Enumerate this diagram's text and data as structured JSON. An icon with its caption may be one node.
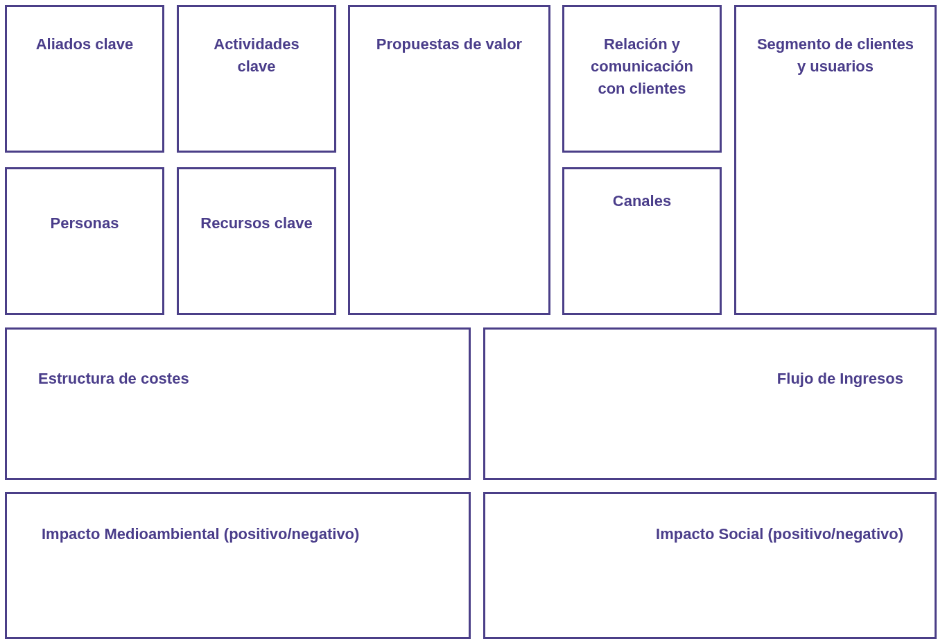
{
  "diagram": {
    "nodes": [
      {
        "text": [
          "Aliados clave"
        ]
      },
      {
        "text": [
          "Actividades clave"
        ]
      },
      {
        "text": [
          "Propuestas de valor"
        ]
      },
      {
        "text": [
          "Relación y comunicación con clientes"
        ]
      },
      {
        "text": [
          "Segmento de clientes y usuarios"
        ]
      },
      {
        "text": [
          "Personas"
        ]
      },
      {
        "text": [
          "Recursos clave"
        ]
      },
      {
        "text": [
          "Canales"
        ]
      },
      {
        "text": [
          "Estructura de costes"
        ]
      },
      {
        "text": [
          "Flujo de Ingresos"
        ]
      },
      {
        "text": [
          "Impacto Medioambiental (positivo/negativo)"
        ]
      },
      {
        "text": [
          "Impacto Social (positivo/negativo)"
        ]
      }
    ],
    "edges": []
  }
}
